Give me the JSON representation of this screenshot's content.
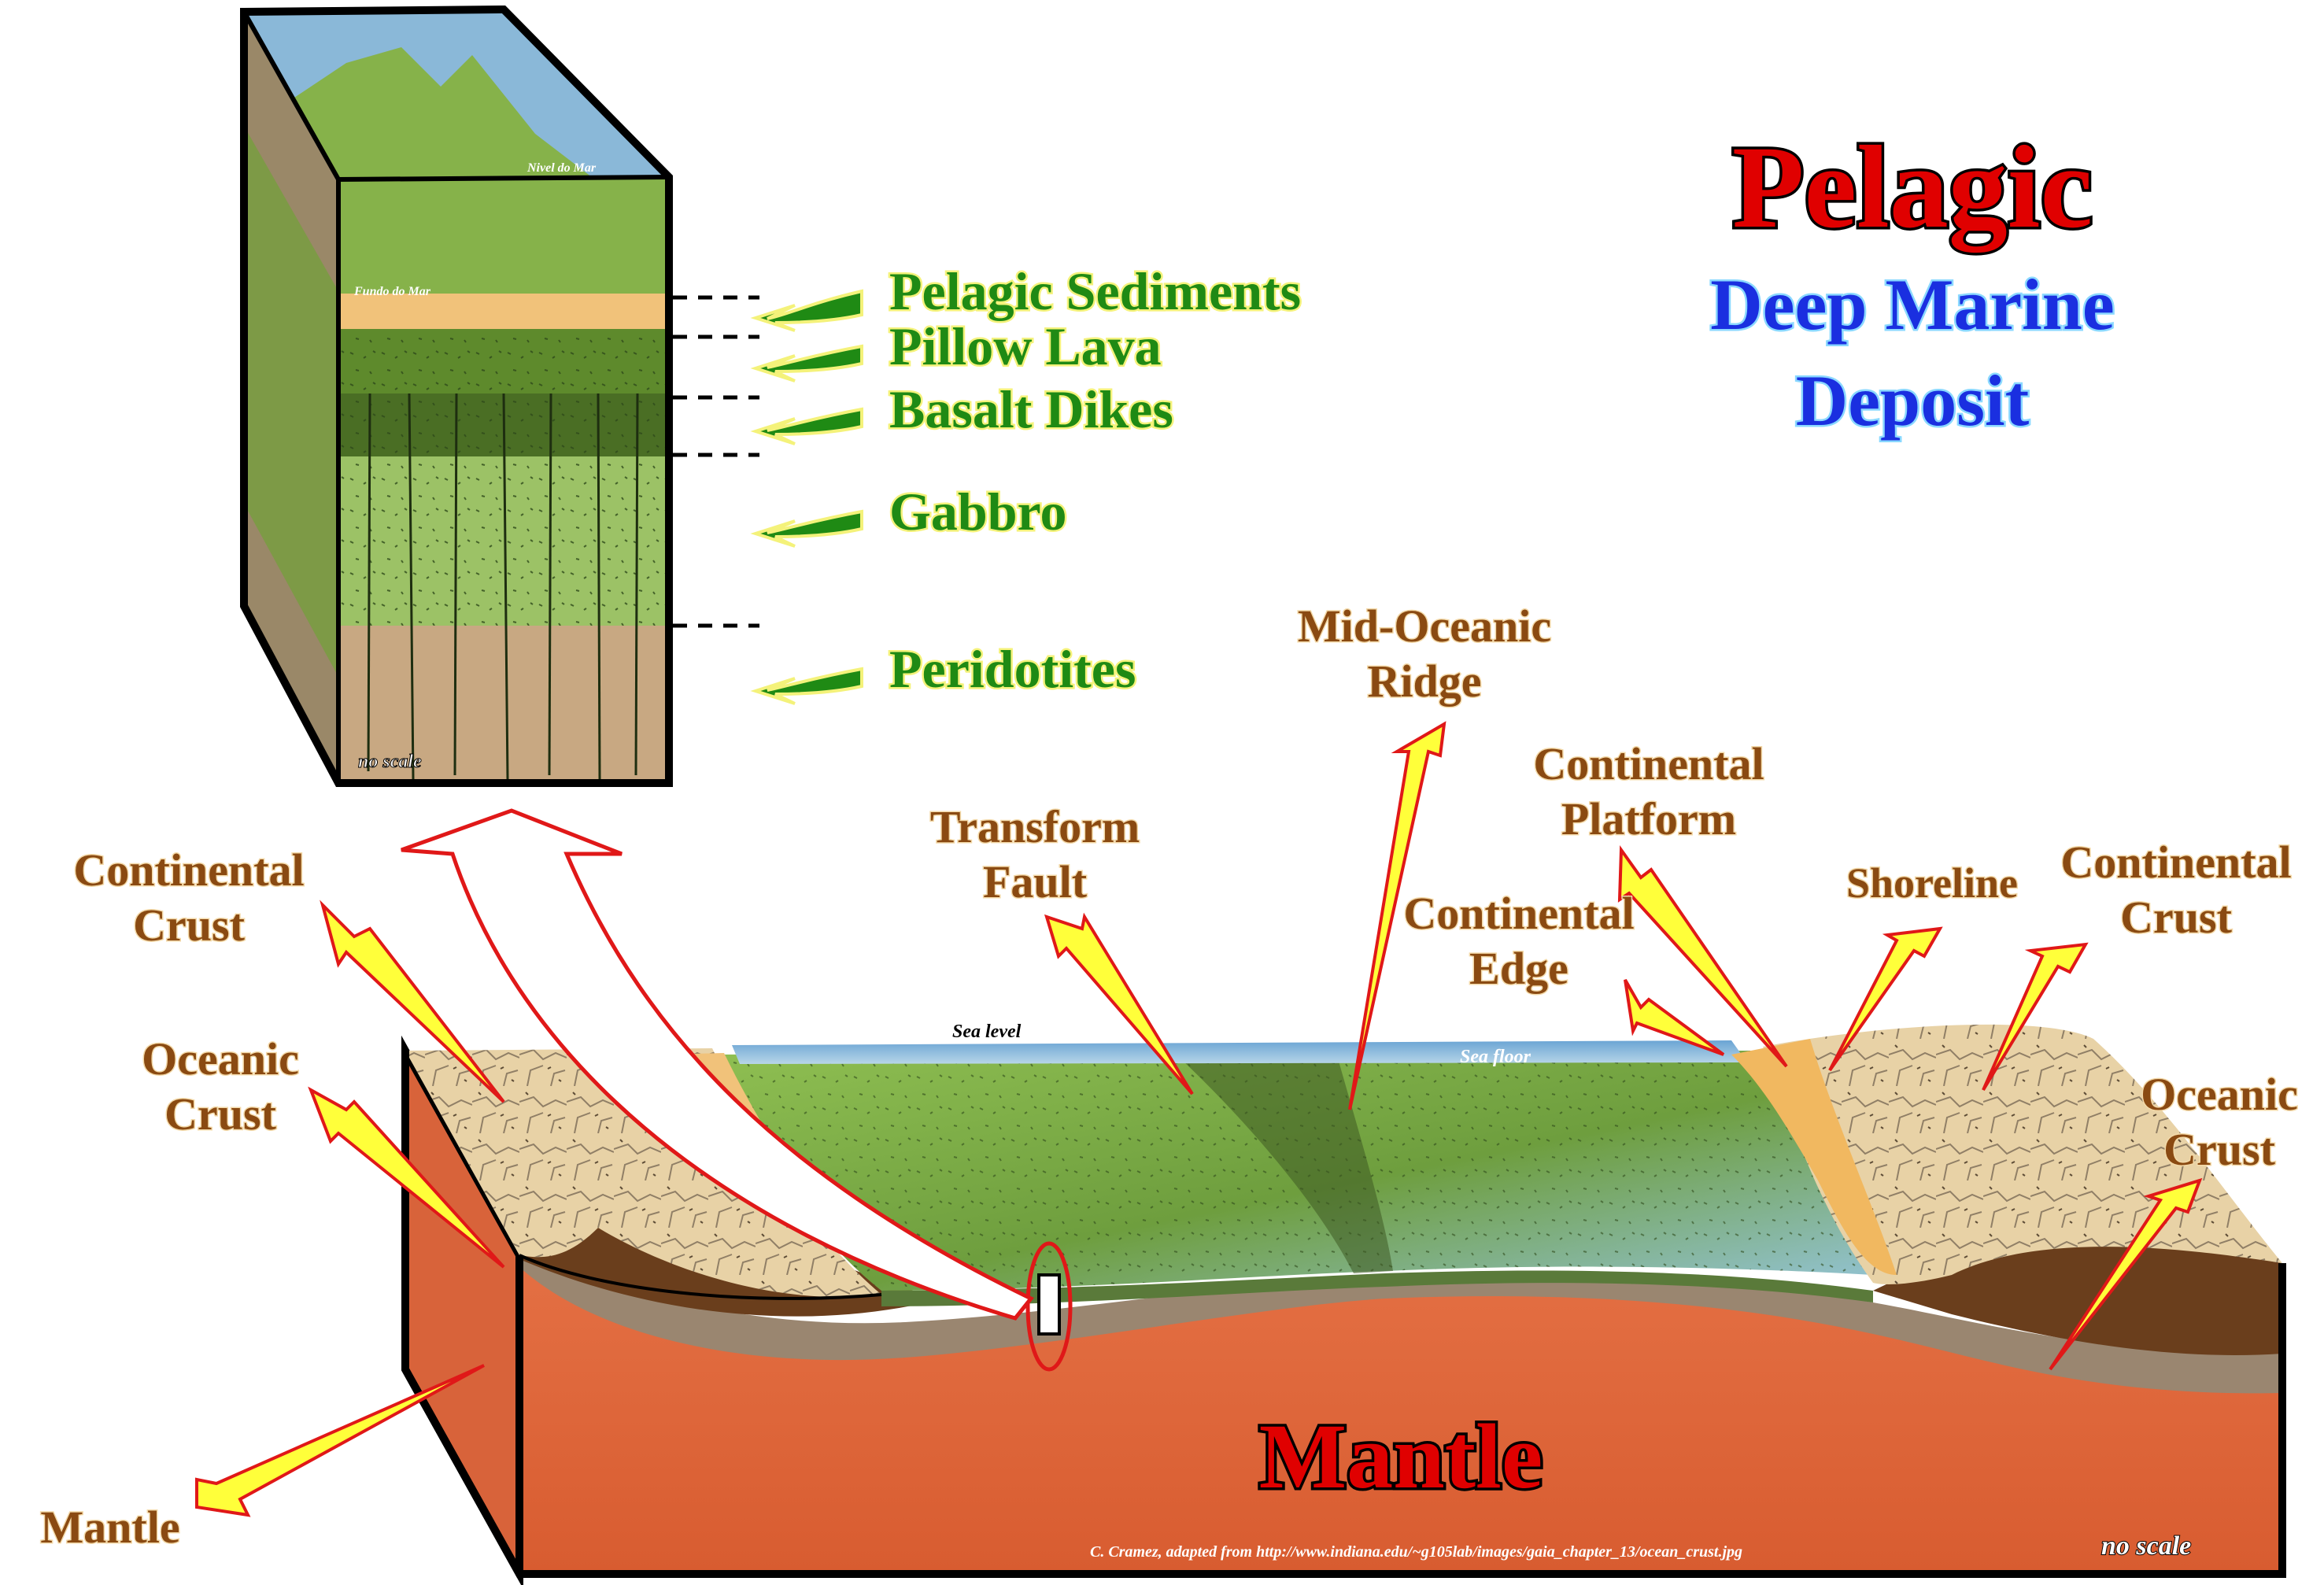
{
  "title": {
    "main": "Pelagic",
    "sub_line1": "Deep Marine",
    "sub_line2": "Deposit"
  },
  "column_block": {
    "sea_level_label": "Nivel do Mar",
    "sea_floor_label": "Fundo do Mar",
    "scale_note": "no scale"
  },
  "column_layers": [
    {
      "label": "Pelagic Sediments"
    },
    {
      "label": "Pillow Lava"
    },
    {
      "label": "Basalt Dikes"
    },
    {
      "label": "Gabbro"
    },
    {
      "label": "Peridotites"
    }
  ],
  "block_labels": {
    "continental_crust_left_l1": "Continental",
    "continental_crust_left_l2": "Crust",
    "oceanic_crust_left_l1": "Oceanic",
    "oceanic_crust_left_l2": "Crust",
    "mantle_left": "Mantle",
    "transform_fault_l1": "Transform",
    "transform_fault_l2": "Fault",
    "mid_oceanic_ridge_l1": "Mid-Oceanic",
    "mid_oceanic_ridge_l2": "Ridge",
    "continental_platform_l1": "Continental",
    "continental_platform_l2": "Platform",
    "continental_edge_l1": "Continental",
    "continental_edge_l2": "Edge",
    "shoreline": "Shoreline",
    "continental_crust_right_l1": "Continental",
    "continental_crust_right_l2": "Crust",
    "oceanic_crust_right_l1": "Oceanic",
    "oceanic_crust_right_l2": "Crust",
    "mantle_center": "Mantle",
    "sea_level": "Sea level",
    "sea_floor": "Sea floor",
    "scale_note": "no scale"
  },
  "credit": "C. Cramez, adapted from  http://www.indiana.edu/~g105lab/images/gaia_chapter_13/ocean_crust.jpg",
  "colors": {
    "mantle": "#e0683a",
    "ocean_floor": "#7fae4a",
    "sea": "#8ab8d8",
    "continent": "#e8d2a6",
    "sediment": "#f1c27a",
    "crust_brown": "#8a5a2a",
    "label_brown": "#8a4a12",
    "label_green": "#1f8a14",
    "arrow_yellow": "#ffff3a",
    "arrow_red": "#e02020"
  }
}
